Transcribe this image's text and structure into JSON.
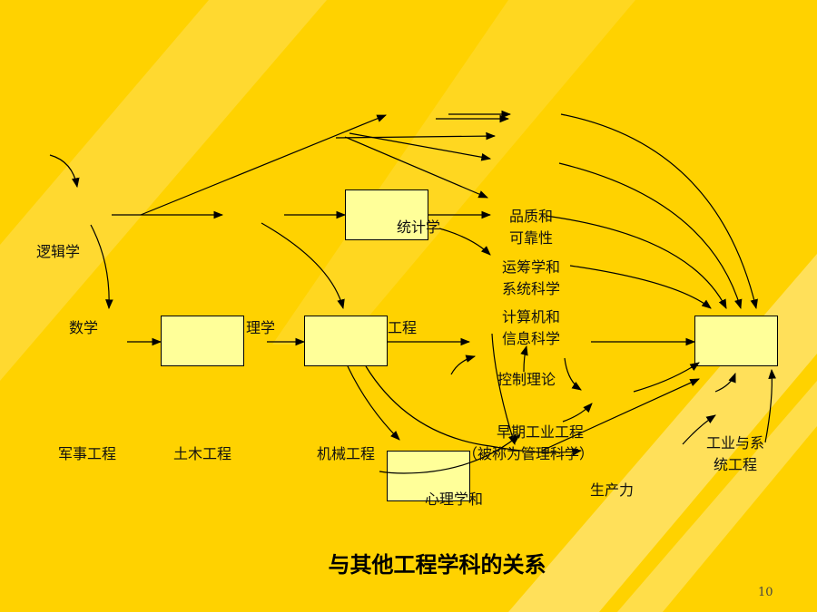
{
  "slide": {
    "title": "与其他工程学科的关系",
    "page_number": "10",
    "colors": {
      "background": "#FFD200",
      "stripe": "#FFE36A",
      "box_fill": "#FFFF99",
      "line": "#000000"
    }
  },
  "nodes": {
    "logic": "逻辑学",
    "math": "数学",
    "physics_partial": "理学",
    "engineering_partial": "工程",
    "statistics": "统计学",
    "quality_1": "品质和",
    "quality_2": "可靠性",
    "or_1": "运筹学和",
    "or_2": "系统科学",
    "cs_1": "计算机和",
    "cs_2": "信息科学",
    "control": "控制理论",
    "early_ie_1": "早期工业工程",
    "early_ie_2": "（被称为管理科学）",
    "military": "军事工程",
    "civil": "土木工程",
    "mechanical": "机械工程",
    "psych": "心理学和",
    "productivity": "生产力",
    "ise_1": "工业与系",
    "ise_2": "统工程"
  }
}
